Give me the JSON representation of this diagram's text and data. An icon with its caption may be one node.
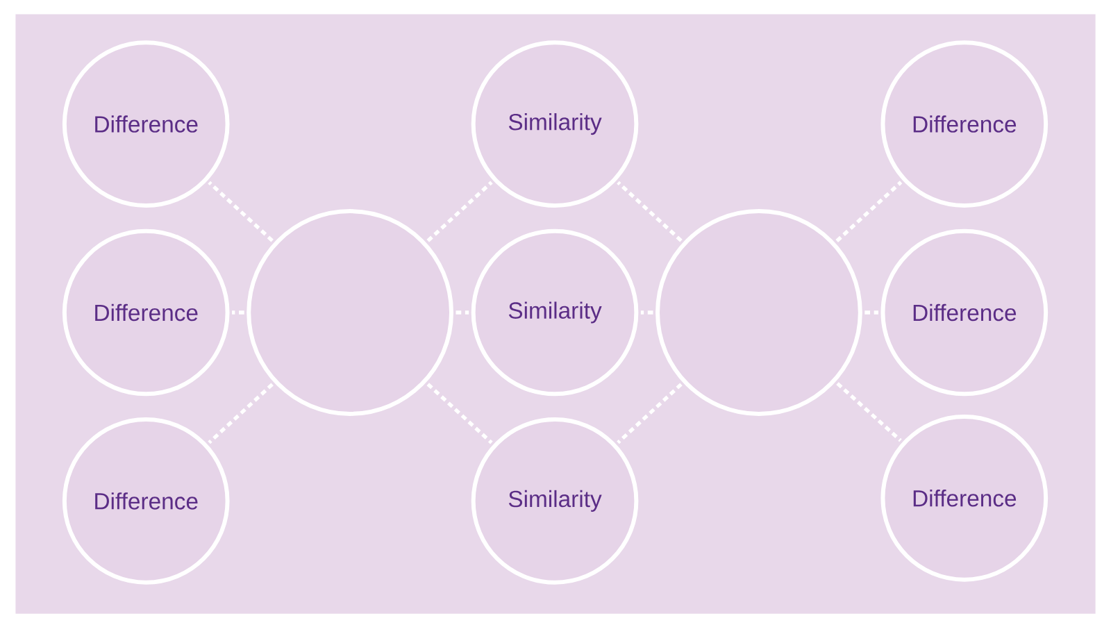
{
  "diagram": {
    "nodes": [
      {
        "text": [
          "Difference"
        ]
      },
      {
        "text": [
          "Difference"
        ]
      },
      {
        "text": [
          "Difference"
        ]
      },
      {
        "text": [],
        "shape": "circle"
      },
      {
        "text": [
          "Similarity"
        ]
      },
      {
        "text": [
          "Similarity"
        ]
      },
      {
        "text": [
          "Similarity"
        ]
      },
      {
        "text": [],
        "shape": "circle"
      },
      {
        "text": [
          "Difference"
        ]
      },
      {
        "text": [
          "Difference"
        ]
      },
      {
        "text": [
          "Difference"
        ]
      }
    ],
    "edges": [
      {
        "from": 3,
        "to": 0,
        "arrow": "none",
        "style": "dashed"
      },
      {
        "from": 3,
        "to": 1,
        "arrow": "none",
        "style": "dashed"
      },
      {
        "from": 3,
        "to": 2,
        "arrow": "none",
        "style": "dashed"
      },
      {
        "from": 3,
        "to": 4,
        "arrow": "none",
        "style": "dashed"
      },
      {
        "from": 3,
        "to": 5,
        "arrow": "none",
        "style": "dashed"
      },
      {
        "from": 3,
        "to": 6,
        "arrow": "none",
        "style": "dashed"
      },
      {
        "from": 7,
        "to": 4,
        "arrow": "none",
        "style": "dashed"
      },
      {
        "from": 7,
        "to": 5,
        "arrow": "none",
        "style": "dashed"
      },
      {
        "from": 7,
        "to": 6,
        "arrow": "none",
        "style": "dashed"
      },
      {
        "from": 7,
        "to": 8,
        "arrow": "none",
        "style": "dashed"
      },
      {
        "from": 7,
        "to": 9,
        "arrow": "none",
        "style": "dashed"
      },
      {
        "from": 7,
        "to": 10,
        "arrow": "none",
        "style": "dashed"
      }
    ]
  }
}
